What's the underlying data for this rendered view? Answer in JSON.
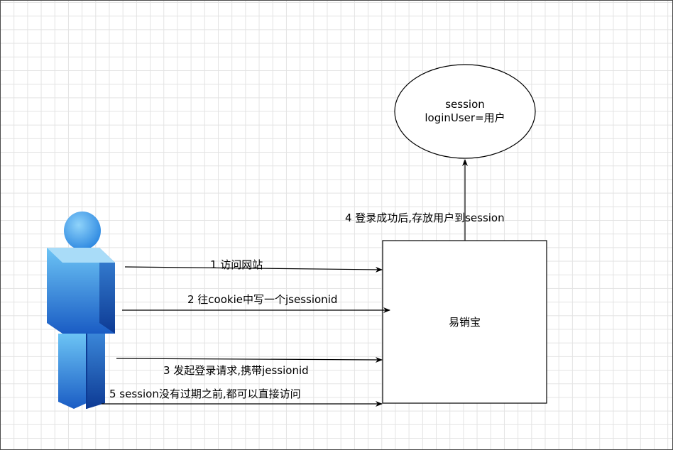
{
  "session_node": {
    "line1": "session",
    "line2": "loginUser=用户"
  },
  "server_node": {
    "label": "易销宝"
  },
  "user_icon": "user-person-icon",
  "edges": {
    "e1": "1 访问网站",
    "e2": "2 往cookie中写一个jsessionid",
    "e3": "3 发起登录请求,携带jessionid",
    "e4": "4 登录成功后,存放用户到session",
    "e5": "5 session没有过期之前,都可以直接访问"
  },
  "colors": {
    "person_light": "#5fb4f0",
    "person_dark": "#1450b0",
    "line": "#000000",
    "grid": "#e3e3e3"
  }
}
